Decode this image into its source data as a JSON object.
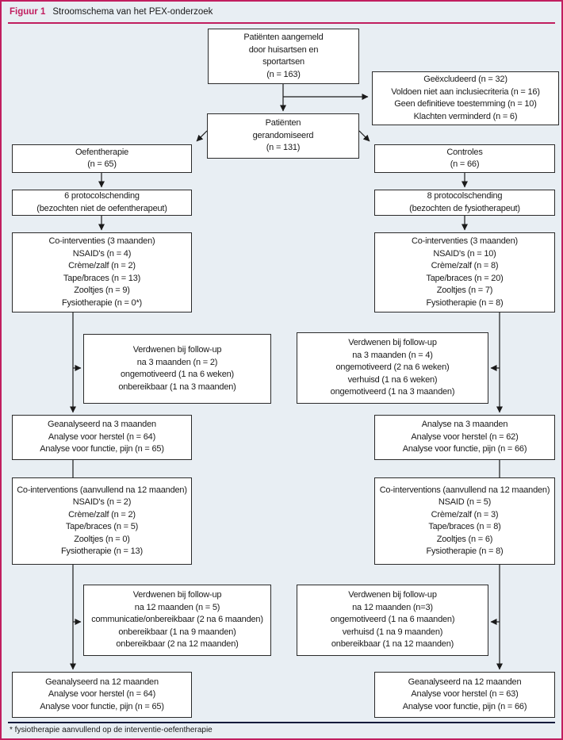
{
  "figure": {
    "label": "Figuur 1",
    "title": "Stroomschema van het PEX-onderzoek",
    "footnote": "* fysiotherapie aanvullend op de interventie-oefentherapie"
  },
  "colors": {
    "accent": "#c11e5f",
    "background": "#e8eef3",
    "box_border": "#2a2a2a",
    "footnote_rule": "#141a3c"
  },
  "boxes": {
    "aangemeld": {
      "lines": [
        "Patiënten aangemeld",
        "door huisartsen en",
        "sportartsen",
        "(n = 163)"
      ]
    },
    "geexcludeerd": {
      "lines": [
        "Geëxcludeerd (n = 32)",
        "Voldoen niet aan inclusiecriteria (n = 16)",
        "Geen definitieve toestemming (n = 10)",
        "Klachten verminderd (n = 6)"
      ]
    },
    "gerandomiseerd": {
      "lines": [
        "Patiënten",
        "gerandomiseerd",
        "(n = 131)"
      ]
    },
    "oefentherapie": {
      "lines": [
        "Oefentherapie",
        "(n = 65)"
      ]
    },
    "controles": {
      "lines": [
        "Controles",
        "(n = 66)"
      ]
    },
    "protocol_links": {
      "lines": [
        "6 protocolschending",
        "(bezochten niet de oefentherapeut)"
      ]
    },
    "protocol_rechts": {
      "lines": [
        "8 protocolschending",
        "(bezochten de fysiotherapeut)"
      ]
    },
    "cointerventies3_links": {
      "lines": [
        "Co-interventies (3 maanden)",
        "NSAID's (n = 4)",
        "Crème/zalf (n = 2)",
        "Tape/braces (n = 13)",
        "Zooltjes (n = 9)",
        "Fysiotherapie (n = 0*)"
      ]
    },
    "cointerventies3_rechts": {
      "lines": [
        "Co-interventies (3 maanden)",
        "NSAID's (n = 10)",
        "Crème/zalf (n = 8)",
        "Tape/braces (n = 20)",
        "Zooltjes (n = 7)",
        "Fysiotherapie (n = 8)"
      ]
    },
    "verdwenen3_links": {
      "lines": [
        "Verdwenen bij follow-up",
        "na 3 maanden (n = 2)",
        "ongemotiveerd (1 na 6 weken)",
        "onbereikbaar (1 na 3 maanden)"
      ]
    },
    "verdwenen3_rechts": {
      "lines": [
        "Verdwenen bij follow-up",
        "na 3 maanden (n = 4)",
        "ongemotiveerd (2 na 6 weken)",
        "verhuisd (1 na 6 weken)",
        "ongemotiveerd (1 na 3 maanden)"
      ]
    },
    "geanalyseerd3_links": {
      "lines": [
        "Geanalyseerd na 3 maanden",
        "Analyse voor herstel (n = 64)",
        "Analyse voor functie, pijn (n = 65)"
      ]
    },
    "analyse3_rechts": {
      "lines": [
        "Analyse na 3 maanden",
        "Analyse voor herstel (n = 62)",
        "Analyse voor functie, pijn (n = 66)"
      ]
    },
    "cointerventions12_links": {
      "lines": [
        "Co-interventions (aanvullend na 12 maanden)",
        "NSAID's (n = 2)",
        "Crème/zalf (n = 2)",
        "Tape/braces (n = 5)",
        "Zooltjes (n = 0)",
        "Fysiotherapie (n = 13)"
      ]
    },
    "cointerventions12_rechts": {
      "lines": [
        "Co-interventions (aanvullend na 12 maanden)",
        "NSAID (n = 5)",
        "Crème/zalf (n = 3)",
        "Tape/braces (n = 8)",
        "Zooltjes (n = 6)",
        "Fysiotherapie (n = 8)"
      ]
    },
    "verdwenen12_links": {
      "lines": [
        "Verdwenen bij follow-up",
        "na 12 maanden (n = 5)",
        "communicatie/onbereikbaar (2 na 6 maanden)",
        "onbereikbaar (1 na 9 maanden)",
        "onbereikbaar (2 na 12 maanden)"
      ]
    },
    "verdwenen12_rechts": {
      "lines": [
        "Verdwenen bij follow-up",
        "na 12 maanden (n=3)",
        "ongemotiveerd (1 na 6 maanden)",
        "verhuisd (1 na 9 maanden)",
        "onbereikbaar (1 na 12 maanden)"
      ]
    },
    "geanalyseerd12_links": {
      "lines": [
        "Geanalyseerd na 12 maanden",
        "Analyse voor herstel (n = 64)",
        "Analyse voor functie, pijn (n = 65)"
      ]
    },
    "geanalyseerd12_rechts": {
      "lines": [
        "Geanalyseerd na 12 maanden",
        "Analyse voor herstel (n = 63)",
        "Analyse voor functie, pijn (n = 66)"
      ]
    }
  }
}
